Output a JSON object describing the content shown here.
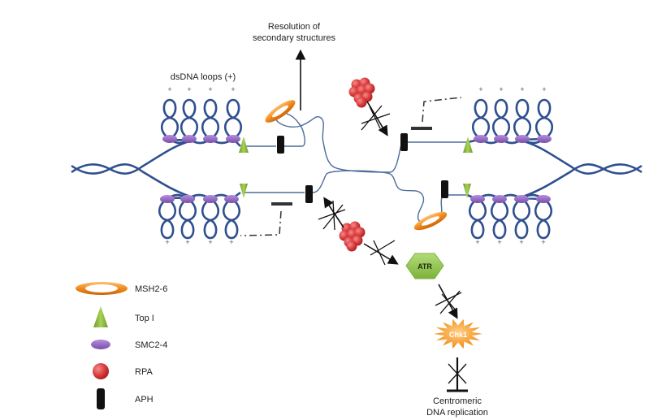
{
  "title_annotation": "Resolution of\nsecondary structures",
  "annotation_line1": "Resolution of",
  "annotation_line2": "secondary structures",
  "loops_label": "dsDNA loops (+)",
  "plus_sign": "+",
  "nodes": {
    "atr": "ATR",
    "chk1": "Chk1",
    "outcome_line1": "Centromeric",
    "outcome_line2": "DNA replication"
  },
  "legend": [
    {
      "icon": "msh2-6-ring-icon",
      "label": "MSH2-6",
      "color": "#f08a1c"
    },
    {
      "icon": "top1-triangle-icon",
      "label": "Top I",
      "color": "#8cb83c"
    },
    {
      "icon": "smc2-4-ellipse-icon",
      "label": "SMC2-4",
      "color": "#8e62b8"
    },
    {
      "icon": "rpa-sphere-icon",
      "label": "RPA",
      "color": "#d93a3a"
    },
    {
      "icon": "aph-block-icon",
      "label": "APH",
      "color": "#111111"
    }
  ],
  "colors": {
    "dna": "#2f4f8f",
    "atr": "#8cc04a",
    "chk1": "#f59a2a"
  }
}
